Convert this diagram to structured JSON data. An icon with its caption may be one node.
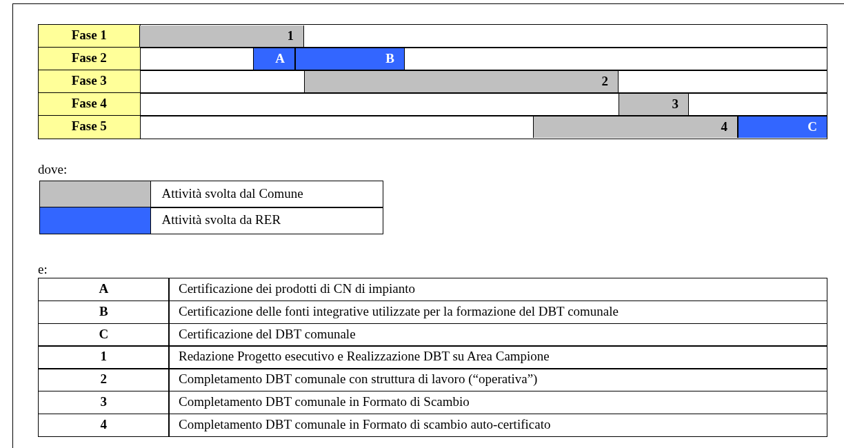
{
  "diagram": {
    "nodes": [
      {
        "text": [
          "1"
        ]
      },
      {
        "text": [
          "A"
        ]
      },
      {
        "text": [
          "B"
        ]
      },
      {
        "text": [
          "2"
        ]
      },
      {
        "text": [
          "3"
        ]
      },
      {
        "text": [
          "4"
        ]
      },
      {
        "text": [
          "C"
        ]
      }
    ],
    "labels": [
      "Fase 1",
      "Fase 2",
      "Fase 3",
      "Fase 4",
      "Fase 5",
      "dove:",
      "e:",
      "A",
      "Certificazione dei prodotti di CN di impianto",
      "B",
      "Certificazione delle fonti integrative utilizzate per la formazione del DBT comunale",
      "C",
      "Certificazione del DBT comunale",
      "1",
      "Redazione Progetto esecutivo e Realizzazione DBT su Area Campione",
      "2",
      "Completamento DBT comunale con struttura di lavoro (“operativa”)",
      "3",
      "Completamento DBT comunale in Formato di Scambio",
      "4",
      "Completamento DBT comunale in Formato di scambio auto-certificato"
    ],
    "legend": [
      {
        "text": "Attività svolta dal Comune",
        "color": "#c0c0c0"
      },
      {
        "text": "Attività svolta da RER",
        "color": "#3366ff"
      }
    ]
  }
}
